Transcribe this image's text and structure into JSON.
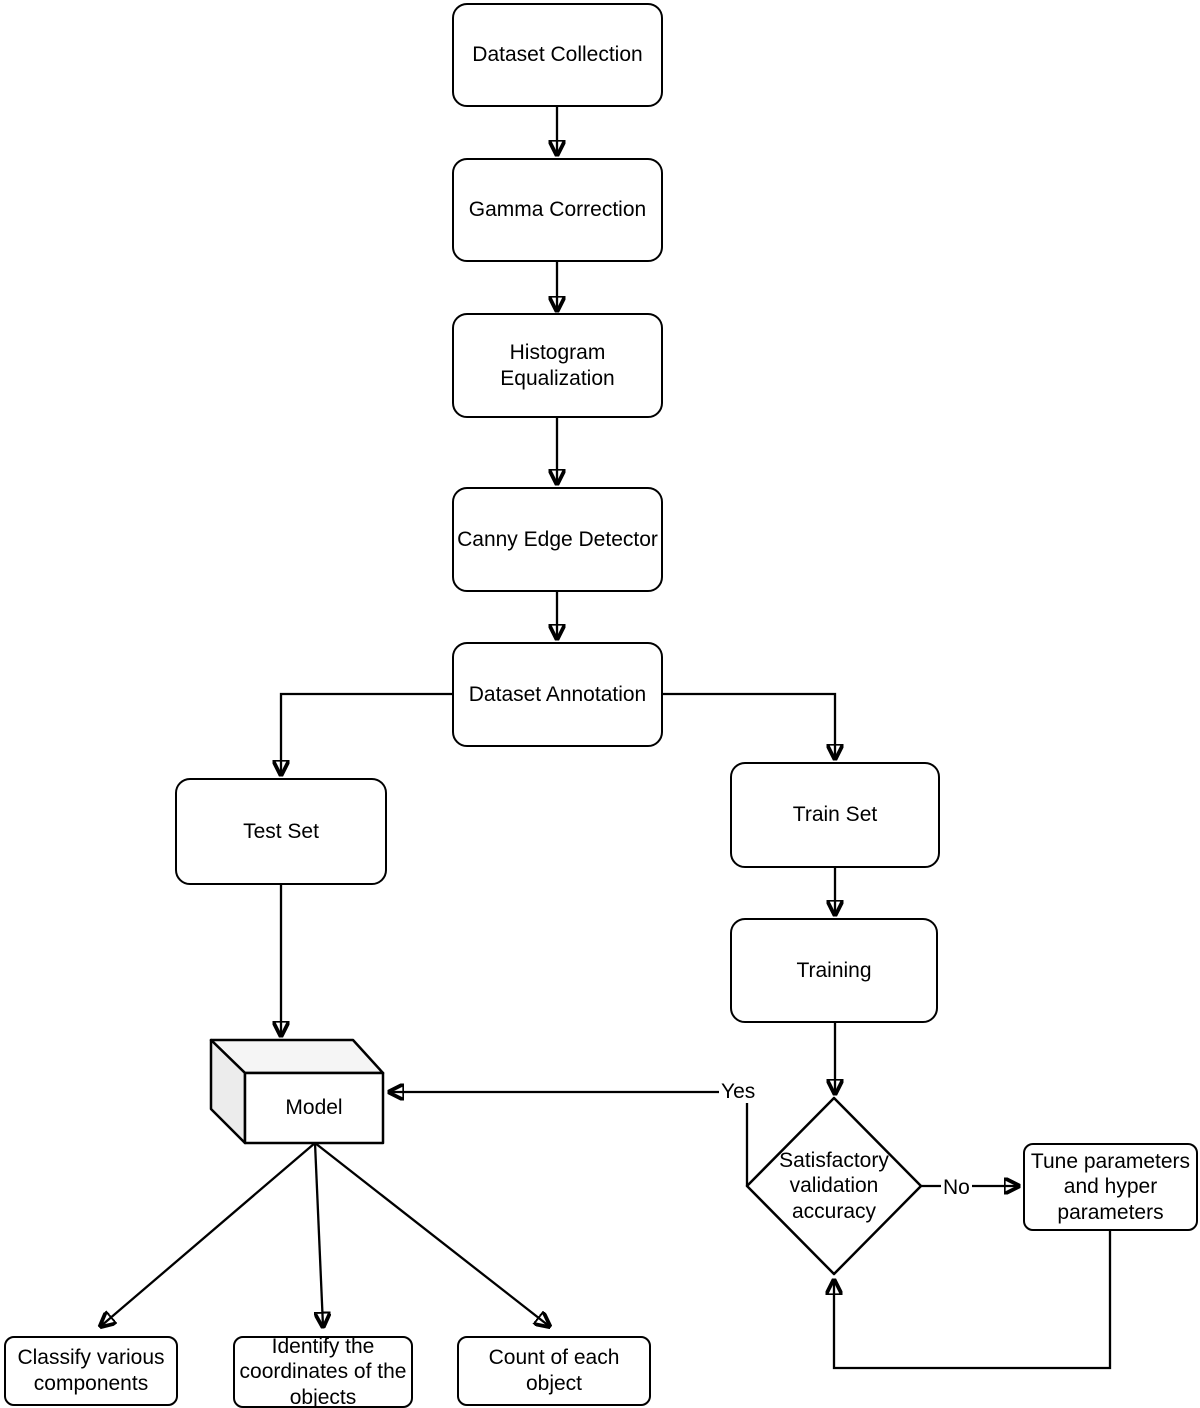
{
  "diagram": {
    "type": "flowchart",
    "background_color": "#ffffff",
    "stroke_color": "#000000",
    "node_fill": "#ffffff",
    "model_top_fill": "#f5f5f5",
    "model_side_fill": "#ececec",
    "nodes": {
      "dataset_collection": "Dataset Collection",
      "gamma_correction": "Gamma Correction",
      "histogram_equalization": "Histogram Equalization",
      "canny_edge_detector": "Canny Edge Detector",
      "dataset_annotation": "Dataset Annotation",
      "test_set": "Test Set",
      "train_set": "Train Set",
      "training": "Training",
      "model": "Model",
      "decision": "Satisfactory validation accuracy",
      "tune_parameters": "Tune parameters and hyper parameters",
      "classify_components": "Classify various components",
      "identify_coordinates": "Identify the coordinates of the objects",
      "count_objects": "Count of each object"
    },
    "edge_labels": {
      "yes": "Yes",
      "no": "No"
    },
    "edges": [
      {
        "from": "dataset_collection",
        "to": "gamma_correction"
      },
      {
        "from": "gamma_correction",
        "to": "histogram_equalization"
      },
      {
        "from": "histogram_equalization",
        "to": "canny_edge_detector"
      },
      {
        "from": "canny_edge_detector",
        "to": "dataset_annotation"
      },
      {
        "from": "dataset_annotation",
        "to": "test_set"
      },
      {
        "from": "dataset_annotation",
        "to": "train_set"
      },
      {
        "from": "test_set",
        "to": "model"
      },
      {
        "from": "train_set",
        "to": "training"
      },
      {
        "from": "training",
        "to": "decision"
      },
      {
        "from": "decision",
        "to": "model",
        "label": "Yes"
      },
      {
        "from": "decision",
        "to": "tune_parameters",
        "label": "No"
      },
      {
        "from": "tune_parameters",
        "to": "decision"
      },
      {
        "from": "model",
        "to": "classify_components"
      },
      {
        "from": "model",
        "to": "identify_coordinates"
      },
      {
        "from": "model",
        "to": "count_objects"
      }
    ]
  }
}
